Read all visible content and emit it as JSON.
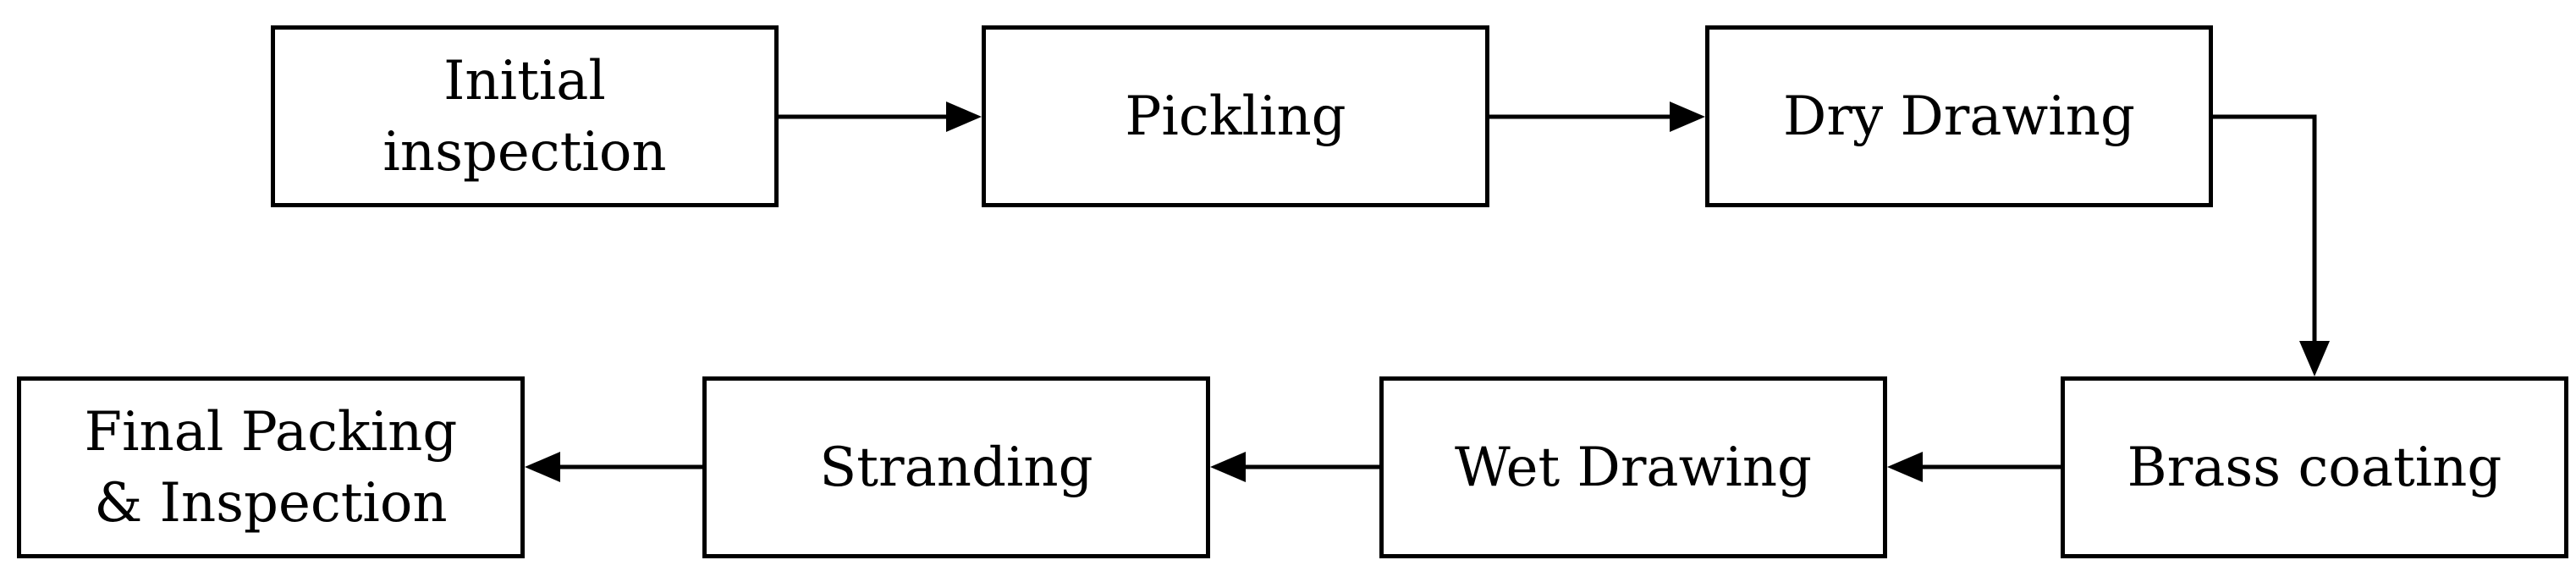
{
  "diagram": {
    "steps": [
      {
        "id": "initial",
        "label": "Initial\ninspection"
      },
      {
        "id": "pickling",
        "label": "Pickling"
      },
      {
        "id": "dry",
        "label": "Dry Drawing"
      },
      {
        "id": "brass",
        "label": "Brass coating"
      },
      {
        "id": "wet",
        "label": "Wet Drawing"
      },
      {
        "id": "stranding",
        "label": "Stranding"
      },
      {
        "id": "final",
        "label": "Final Packing\n& Inspection"
      }
    ],
    "flow": [
      [
        "initial",
        "pickling"
      ],
      [
        "pickling",
        "dry"
      ],
      [
        "dry",
        "brass"
      ],
      [
        "brass",
        "wet"
      ],
      [
        "wet",
        "stranding"
      ],
      [
        "stranding",
        "final"
      ]
    ],
    "colors": {
      "stroke": "#000000",
      "fill": "#ffffff",
      "text": "#000000"
    }
  }
}
